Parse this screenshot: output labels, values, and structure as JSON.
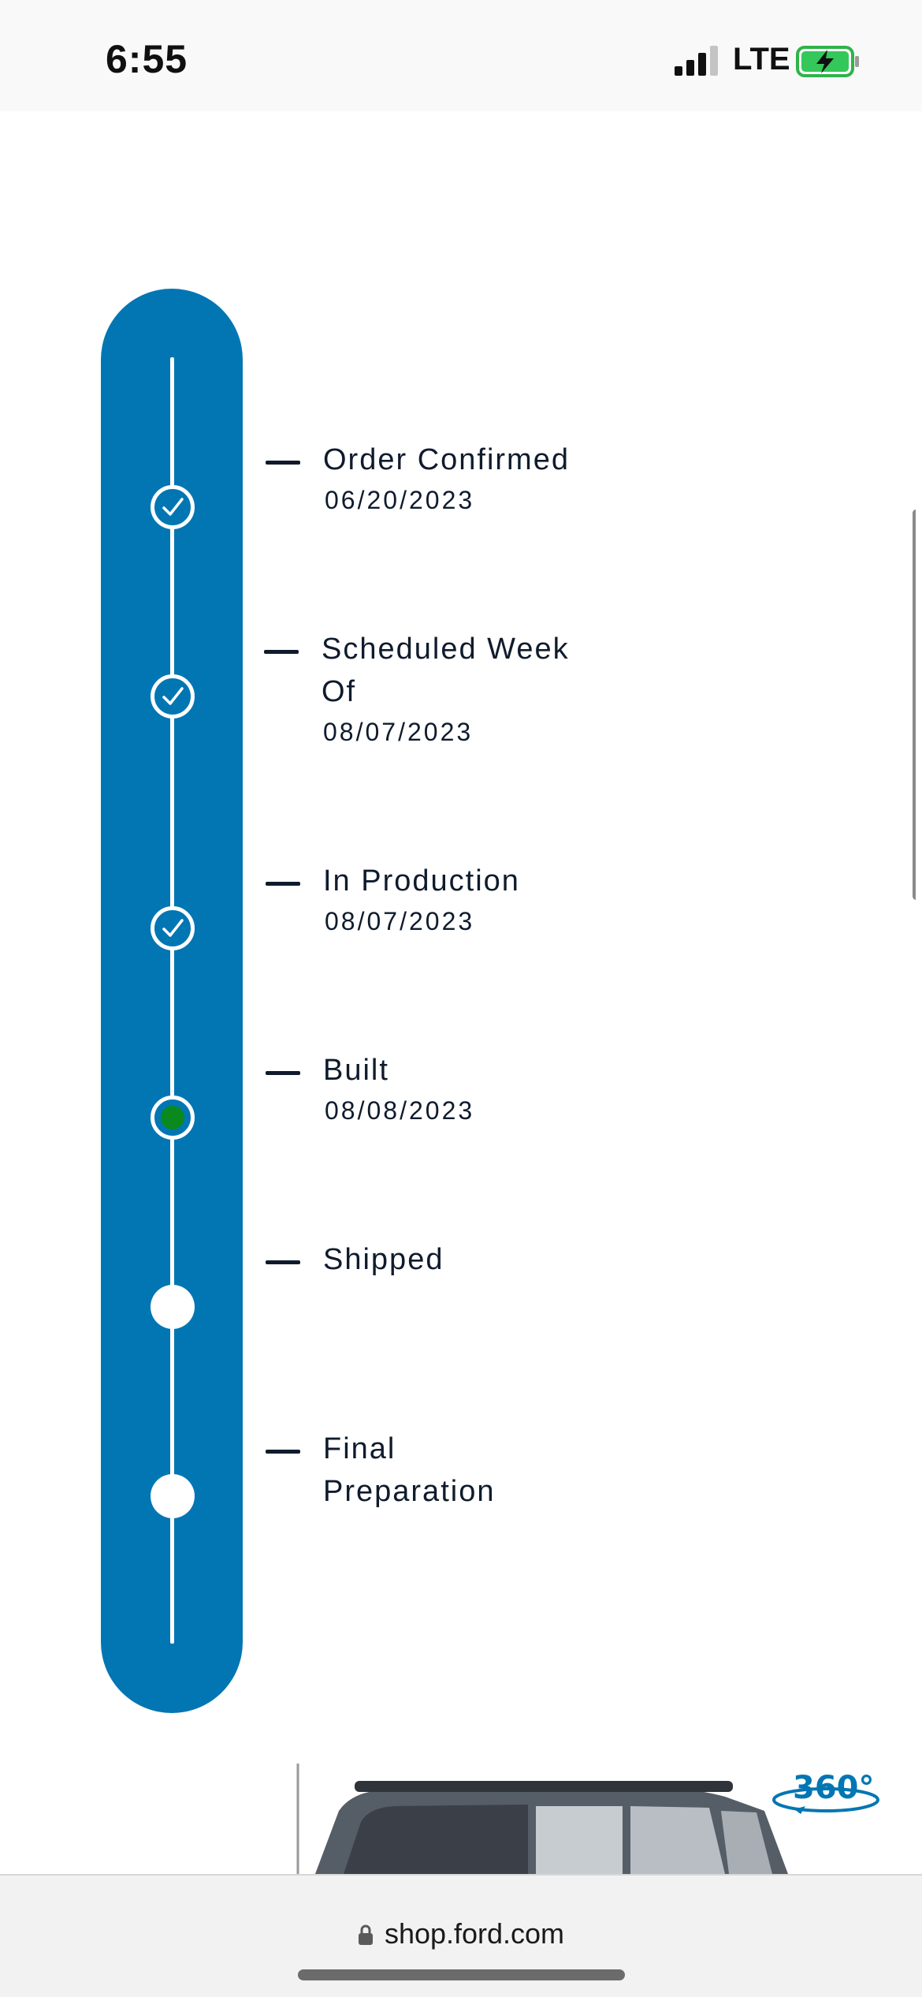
{
  "status_bar": {
    "time": "6:55",
    "network": "LTE",
    "battery_state": "charging"
  },
  "tracker": {
    "steps": [
      {
        "title": "Order Confirmed",
        "date": "06/20/2023",
        "state": "done"
      },
      {
        "title": "Scheduled Week Of",
        "date": "08/07/2023",
        "state": "done"
      },
      {
        "title": "In Production",
        "date": "08/07/2023",
        "state": "done"
      },
      {
        "title": "Built",
        "date": "08/08/2023",
        "state": "current"
      },
      {
        "title": "Shipped",
        "date": "",
        "state": "pending"
      },
      {
        "title": "Final Preparation",
        "date": "",
        "state": "pending"
      }
    ],
    "colors": {
      "track": "#0276b3",
      "current_dot": "#0a8a1e"
    }
  },
  "vehicle_preview": {
    "badge": "360°"
  },
  "browser": {
    "url": "shop.ford.com"
  }
}
